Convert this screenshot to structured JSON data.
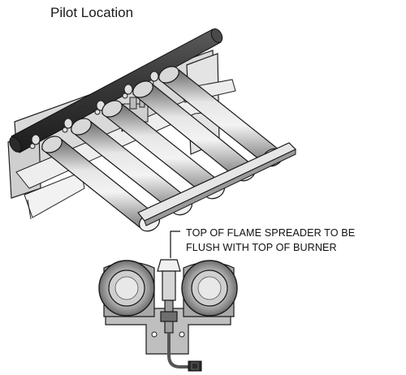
{
  "title": "Pilot Location",
  "callout": {
    "line1": "TOP OF FLAME SPREADER TO BE",
    "line2": "FLUSH WITH TOP OF BURNER"
  }
}
